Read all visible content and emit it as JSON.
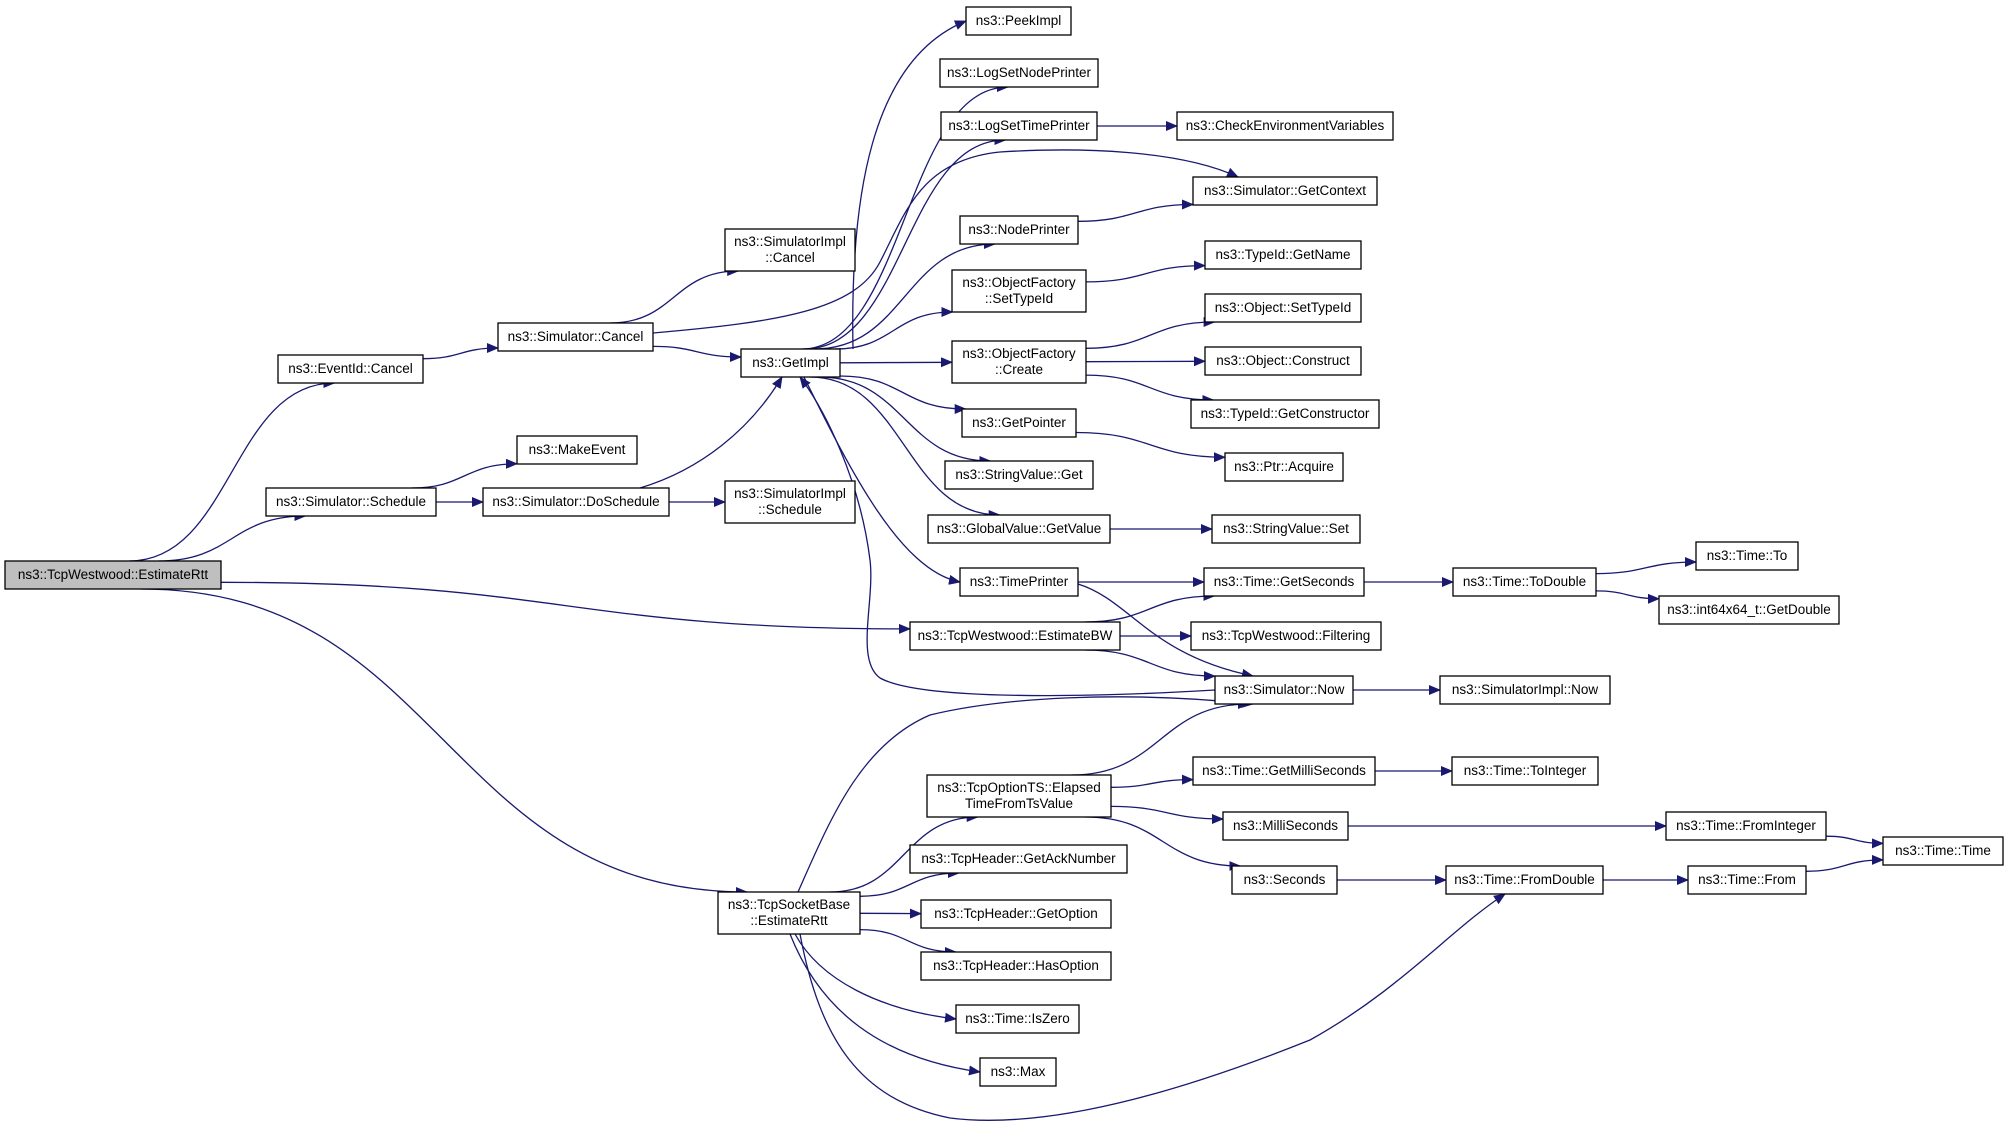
{
  "colors": {
    "edge": "#191970",
    "root_fill": "#bfbfbf",
    "node_border": "#000000",
    "truncated_border": "#ff0000",
    "node_fill": "#ffffff"
  },
  "nodes": [
    {
      "id": "estimate_rtt_westwood",
      "lines": [
        "ns3::TcpWestwood::EstimateRtt"
      ],
      "style": "root"
    },
    {
      "id": "eventid_cancel",
      "lines": [
        "ns3::EventId::Cancel"
      ],
      "style": "normal"
    },
    {
      "id": "simulator_cancel",
      "lines": [
        "ns3::Simulator::Cancel"
      ],
      "style": "normal"
    },
    {
      "id": "simulatorimpl_cancel",
      "lines": [
        "ns3::SimulatorImpl",
        "::Cancel"
      ],
      "style": "normal"
    },
    {
      "id": "getimpl",
      "lines": [
        "ns3::GetImpl"
      ],
      "style": "normal"
    },
    {
      "id": "peekimpl",
      "lines": [
        "ns3::PeekImpl"
      ],
      "style": "normal"
    },
    {
      "id": "logsetnodeprinter",
      "lines": [
        "ns3::LogSetNodePrinter"
      ],
      "style": "normal"
    },
    {
      "id": "logsettimeprinter",
      "lines": [
        "ns3::LogSetTimePrinter"
      ],
      "style": "normal"
    },
    {
      "id": "checkenvvars",
      "lines": [
        "ns3::CheckEnvironmentVariables"
      ],
      "style": "truncated"
    },
    {
      "id": "simulator_getcontext",
      "lines": [
        "ns3::Simulator::GetContext"
      ],
      "style": "truncated"
    },
    {
      "id": "nodeprinter",
      "lines": [
        "ns3::NodePrinter"
      ],
      "style": "normal"
    },
    {
      "id": "objectfactory_settypeid",
      "lines": [
        "ns3::ObjectFactory",
        "::SetTypeId"
      ],
      "style": "normal"
    },
    {
      "id": "typeid_getname",
      "lines": [
        "ns3::TypeId::GetName"
      ],
      "style": "truncated"
    },
    {
      "id": "object_settypeid",
      "lines": [
        "ns3::Object::SetTypeId"
      ],
      "style": "truncated"
    },
    {
      "id": "objectfactory_create",
      "lines": [
        "ns3::ObjectFactory",
        "::Create"
      ],
      "style": "normal"
    },
    {
      "id": "object_construct",
      "lines": [
        "ns3::Object::Construct"
      ],
      "style": "truncated"
    },
    {
      "id": "typeid_getconstructor",
      "lines": [
        "ns3::TypeId::GetConstructor"
      ],
      "style": "truncated"
    },
    {
      "id": "getpointer",
      "lines": [
        "ns3::GetPointer"
      ],
      "style": "normal"
    },
    {
      "id": "ptr_acquire",
      "lines": [
        "ns3::Ptr::Acquire"
      ],
      "style": "normal"
    },
    {
      "id": "stringvalue_get",
      "lines": [
        "ns3::StringValue::Get"
      ],
      "style": "normal"
    },
    {
      "id": "globalvalue_getvalue",
      "lines": [
        "ns3::GlobalValue::GetValue"
      ],
      "style": "normal"
    },
    {
      "id": "stringvalue_set",
      "lines": [
        "ns3::StringValue::Set"
      ],
      "style": "normal"
    },
    {
      "id": "timeprinter",
      "lines": [
        "ns3::TimePrinter"
      ],
      "style": "normal"
    },
    {
      "id": "time_getseconds",
      "lines": [
        "ns3::Time::GetSeconds"
      ],
      "style": "normal"
    },
    {
      "id": "time_todouble",
      "lines": [
        "ns3::Time::ToDouble"
      ],
      "style": "normal"
    },
    {
      "id": "time_to",
      "lines": [
        "ns3::Time::To"
      ],
      "style": "truncated"
    },
    {
      "id": "int64x64_getdouble",
      "lines": [
        "ns3::int64x64_t::GetDouble"
      ],
      "style": "normal"
    },
    {
      "id": "makeevent",
      "lines": [
        "ns3::MakeEvent"
      ],
      "style": "normal"
    },
    {
      "id": "simulator_schedule",
      "lines": [
        "ns3::Simulator::Schedule"
      ],
      "style": "normal"
    },
    {
      "id": "simulator_doschedule",
      "lines": [
        "ns3::Simulator::DoSchedule"
      ],
      "style": "normal"
    },
    {
      "id": "simulatorimpl_schedule",
      "lines": [
        "ns3::SimulatorImpl",
        "::Schedule"
      ],
      "style": "normal"
    },
    {
      "id": "westwood_estimatebw",
      "lines": [
        "ns3::TcpWestwood::EstimateBW"
      ],
      "style": "normal"
    },
    {
      "id": "westwood_filtering",
      "lines": [
        "ns3::TcpWestwood::Filtering"
      ],
      "style": "normal"
    },
    {
      "id": "simulator_now",
      "lines": [
        "ns3::Simulator::Now"
      ],
      "style": "normal"
    },
    {
      "id": "simulatorimpl_now",
      "lines": [
        "ns3::SimulatorImpl::Now"
      ],
      "style": "normal"
    },
    {
      "id": "tcpoptionts_elapsed",
      "lines": [
        "ns3::TcpOptionTS::Elapsed",
        "TimeFromTsValue"
      ],
      "style": "normal"
    },
    {
      "id": "time_getmilliseconds",
      "lines": [
        "ns3::Time::GetMilliSeconds"
      ],
      "style": "normal"
    },
    {
      "id": "time_tointeger",
      "lines": [
        "ns3::Time::ToInteger"
      ],
      "style": "truncated"
    },
    {
      "id": "milliseconds",
      "lines": [
        "ns3::MilliSeconds"
      ],
      "style": "normal"
    },
    {
      "id": "time_frominteger",
      "lines": [
        "ns3::Time::FromInteger"
      ],
      "style": "truncated"
    },
    {
      "id": "time_time",
      "lines": [
        "ns3::Time::Time"
      ],
      "style": "truncated"
    },
    {
      "id": "tcpheader_getacknumber",
      "lines": [
        "ns3::TcpHeader::GetAckNumber"
      ],
      "style": "normal"
    },
    {
      "id": "seconds",
      "lines": [
        "ns3::Seconds"
      ],
      "style": "normal"
    },
    {
      "id": "time_fromdouble",
      "lines": [
        "ns3::Time::FromDouble"
      ],
      "style": "normal"
    },
    {
      "id": "time_from",
      "lines": [
        "ns3::Time::From"
      ],
      "style": "normal"
    },
    {
      "id": "tcpsocketbase_estimatertt",
      "lines": [
        "ns3::TcpSocketBase",
        "::EstimateRtt"
      ],
      "style": "normal"
    },
    {
      "id": "tcpheader_getoption",
      "lines": [
        "ns3::TcpHeader::GetOption"
      ],
      "style": "normal"
    },
    {
      "id": "tcpheader_hasoption",
      "lines": [
        "ns3::TcpHeader::HasOption"
      ],
      "style": "normal"
    },
    {
      "id": "time_iszero",
      "lines": [
        "ns3::Time::IsZero"
      ],
      "style": "normal"
    },
    {
      "id": "max",
      "lines": [
        "ns3::Max"
      ],
      "style": "normal"
    }
  ],
  "edges": [
    {
      "from": "estimate_rtt_westwood",
      "to": "eventid_cancel"
    },
    {
      "from": "estimate_rtt_westwood",
      "to": "simulator_schedule"
    },
    {
      "from": "estimate_rtt_westwood",
      "to": "westwood_estimatebw"
    },
    {
      "from": "estimate_rtt_westwood",
      "to": "tcpsocketbase_estimatertt"
    },
    {
      "from": "eventid_cancel",
      "to": "simulator_cancel"
    },
    {
      "from": "simulator_cancel",
      "to": "simulatorimpl_cancel"
    },
    {
      "from": "simulator_cancel",
      "to": "getimpl"
    },
    {
      "from": "simulator_cancel",
      "to": "simulator_getcontext"
    },
    {
      "from": "getimpl",
      "to": "peekimpl"
    },
    {
      "from": "getimpl",
      "to": "logsetnodeprinter"
    },
    {
      "from": "getimpl",
      "to": "logsettimeprinter"
    },
    {
      "from": "getimpl",
      "to": "nodeprinter"
    },
    {
      "from": "getimpl",
      "to": "objectfactory_settypeid"
    },
    {
      "from": "getimpl",
      "to": "objectfactory_create"
    },
    {
      "from": "getimpl",
      "to": "getpointer"
    },
    {
      "from": "getimpl",
      "to": "stringvalue_get"
    },
    {
      "from": "getimpl",
      "to": "globalvalue_getvalue"
    },
    {
      "from": "getimpl",
      "to": "timeprinter"
    },
    {
      "from": "logsettimeprinter",
      "to": "checkenvvars"
    },
    {
      "from": "nodeprinter",
      "to": "simulator_getcontext"
    },
    {
      "from": "objectfactory_settypeid",
      "to": "typeid_getname"
    },
    {
      "from": "objectfactory_create",
      "to": "object_settypeid"
    },
    {
      "from": "objectfactory_create",
      "to": "object_construct"
    },
    {
      "from": "objectfactory_create",
      "to": "typeid_getconstructor"
    },
    {
      "from": "getpointer",
      "to": "ptr_acquire"
    },
    {
      "from": "globalvalue_getvalue",
      "to": "stringvalue_set"
    },
    {
      "from": "timeprinter",
      "to": "time_getseconds"
    },
    {
      "from": "timeprinter",
      "to": "simulator_now"
    },
    {
      "from": "time_getseconds",
      "to": "time_todouble"
    },
    {
      "from": "time_todouble",
      "to": "time_to"
    },
    {
      "from": "time_todouble",
      "to": "int64x64_getdouble"
    },
    {
      "from": "simulator_schedule",
      "to": "makeevent"
    },
    {
      "from": "simulator_schedule",
      "to": "simulator_doschedule"
    },
    {
      "from": "simulator_doschedule",
      "to": "getimpl"
    },
    {
      "from": "simulator_doschedule",
      "to": "simulatorimpl_schedule"
    },
    {
      "from": "westwood_estimatebw",
      "to": "time_getseconds"
    },
    {
      "from": "westwood_estimatebw",
      "to": "westwood_filtering"
    },
    {
      "from": "westwood_estimatebw",
      "to": "simulator_now"
    },
    {
      "from": "simulator_now",
      "to": "getimpl"
    },
    {
      "from": "simulator_now",
      "to": "simulatorimpl_now"
    },
    {
      "from": "tcpsocketbase_estimatertt",
      "to": "simulator_now"
    },
    {
      "from": "tcpsocketbase_estimatertt",
      "to": "tcpoptionts_elapsed"
    },
    {
      "from": "tcpsocketbase_estimatertt",
      "to": "tcpheader_getacknumber"
    },
    {
      "from": "tcpsocketbase_estimatertt",
      "to": "tcpheader_getoption"
    },
    {
      "from": "tcpsocketbase_estimatertt",
      "to": "tcpheader_hasoption"
    },
    {
      "from": "tcpsocketbase_estimatertt",
      "to": "time_iszero"
    },
    {
      "from": "tcpsocketbase_estimatertt",
      "to": "max"
    },
    {
      "from": "tcpsocketbase_estimatertt",
      "to": "time_fromdouble"
    },
    {
      "from": "tcpoptionts_elapsed",
      "to": "simulator_now"
    },
    {
      "from": "tcpoptionts_elapsed",
      "to": "time_getmilliseconds"
    },
    {
      "from": "tcpoptionts_elapsed",
      "to": "milliseconds"
    },
    {
      "from": "tcpoptionts_elapsed",
      "to": "seconds"
    },
    {
      "from": "time_getmilliseconds",
      "to": "time_tointeger"
    },
    {
      "from": "milliseconds",
      "to": "time_frominteger"
    },
    {
      "from": "time_frominteger",
      "to": "time_time"
    },
    {
      "from": "seconds",
      "to": "time_fromdouble"
    },
    {
      "from": "time_fromdouble",
      "to": "time_from"
    },
    {
      "from": "time_from",
      "to": "time_time"
    }
  ]
}
